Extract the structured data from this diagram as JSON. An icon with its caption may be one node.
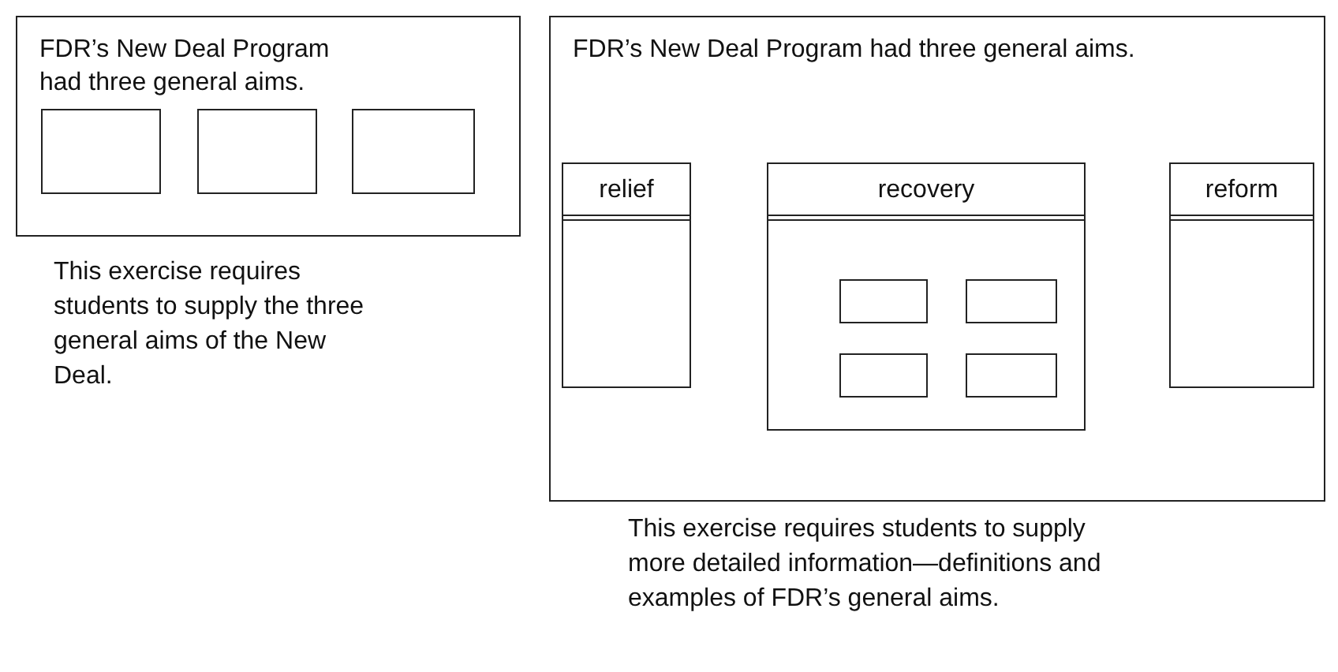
{
  "diagram": {
    "nodes": [
      {
        "text": [
          "FDR’s New Deal Program had three general aims."
        ],
        "beside": [
          "This exercise requires students to supply the three general aims of the New Deal."
        ]
      },
      {
        "text": [],
        "shape": "box",
        "in": 0
      },
      {
        "text": [],
        "shape": "box",
        "in": 0
      },
      {
        "text": [],
        "shape": "box",
        "in": 0
      },
      {
        "text": [
          "FDR’s New Deal Program had three general aims."
        ],
        "beside": [
          "This exercise requires students to supply more detailed information—definitions and examples of FDR’s general aims."
        ]
      },
      {
        "text": [
          "relief"
        ],
        "in": 4
      },
      {
        "text": [
          "recovery"
        ],
        "in": 4
      },
      {
        "text": [],
        "shape": "box",
        "in": 6
      },
      {
        "text": [],
        "shape": "box",
        "in": 6
      },
      {
        "text": [],
        "shape": "box",
        "in": 6
      },
      {
        "text": [],
        "shape": "box",
        "in": 6
      },
      {
        "text": [
          "reform"
        ],
        "in": 4
      }
    ],
    "edges": []
  }
}
